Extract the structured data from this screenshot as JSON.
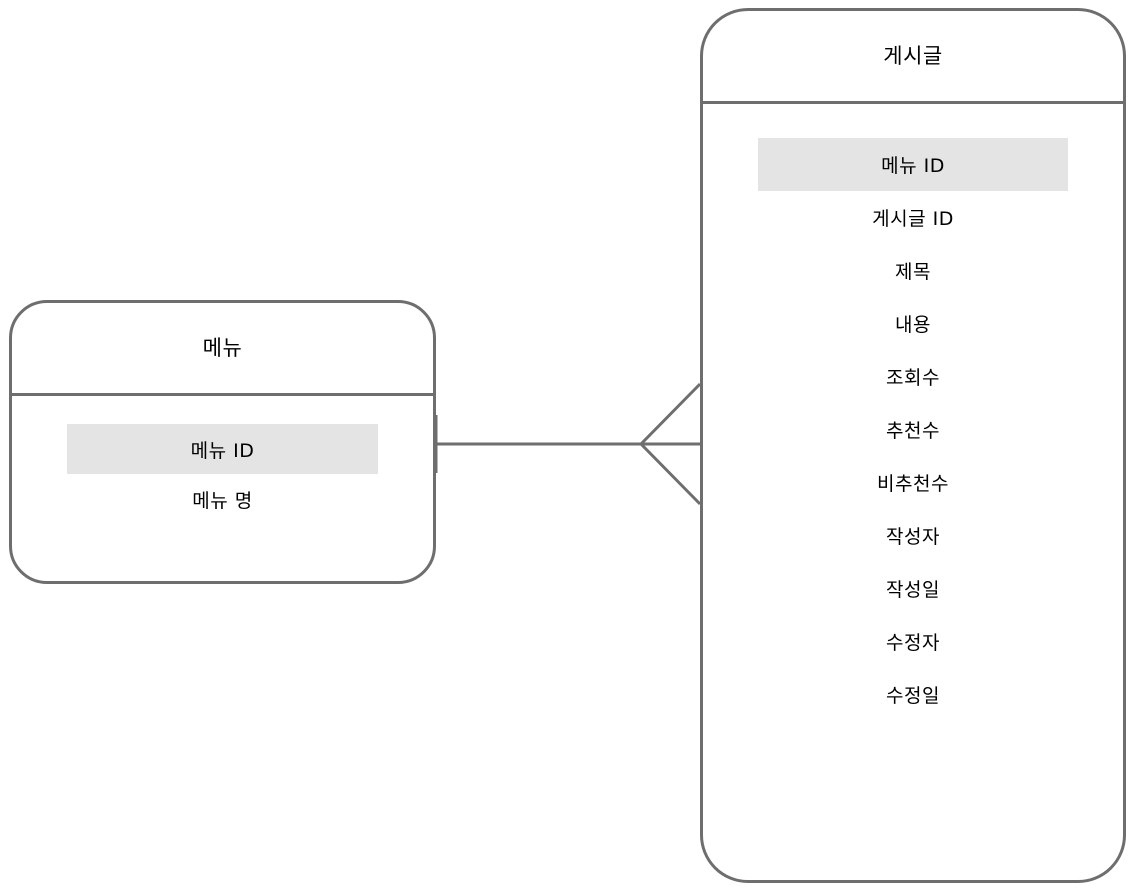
{
  "diagram": {
    "type": "entity-relationship-diagram",
    "notation": "crows-foot",
    "background_color": "#ffffff",
    "border_color": "#6e6e6e",
    "key_highlight_color": "#e4e4e4",
    "text_color": "#000000"
  },
  "entities": [
    {
      "id": "menu",
      "title": "메뉴",
      "attributes": [
        {
          "label": "메뉴 ID",
          "key": true
        },
        {
          "label": "메뉴 명",
          "key": false
        }
      ]
    },
    {
      "id": "post",
      "title": "게시글",
      "attributes": [
        {
          "label": "메뉴 ID",
          "key": true
        },
        {
          "label": "게시글 ID",
          "key": false
        },
        {
          "label": "제목",
          "key": false
        },
        {
          "label": "내용",
          "key": false
        },
        {
          "label": "조회수",
          "key": false
        },
        {
          "label": "추천수",
          "key": false
        },
        {
          "label": "비추천수",
          "key": false
        },
        {
          "label": "작성자",
          "key": false
        },
        {
          "label": "작성일",
          "key": false
        },
        {
          "label": "수정자",
          "key": false
        },
        {
          "label": "수정일",
          "key": false
        }
      ]
    }
  ],
  "relationship": {
    "from_entity": "menu",
    "to_entity": "post",
    "from_cardinality": "one",
    "to_cardinality": "many",
    "from_marker": "single-bar",
    "to_marker": "crows-foot"
  }
}
